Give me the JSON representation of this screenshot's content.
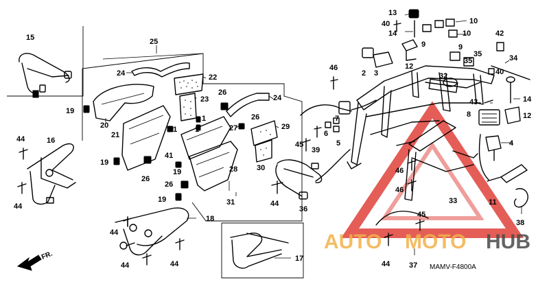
{
  "labels": {
    "l13": "13",
    "l40a": "40",
    "l14a": "14",
    "l10a": "10",
    "l10b": "10",
    "l9a": "9",
    "l9b": "9",
    "l42": "42",
    "l34": "34",
    "l35": "35",
    "l35b": "35",
    "l2": "2",
    "l3": "3",
    "l12a": "12",
    "l32": "32",
    "l46": "46",
    "l40b": "40",
    "l15": "15",
    "l25": "25",
    "l24a": "24",
    "l22": "22",
    "l26a": "26",
    "l23": "23",
    "l1a": "1",
    "l1b": "1",
    "l19a": "19",
    "l20": "20",
    "l21": "21",
    "l41a": "41",
    "l24b": "24",
    "l27": "27",
    "l26b": "26",
    "l29": "29",
    "l7": "7",
    "l6": "6",
    "l5": "5",
    "l39": "39",
    "l45a": "45",
    "l30": "30",
    "l28": "28",
    "l41b": "41",
    "l19b": "19",
    "l19c": "19",
    "l26c": "26",
    "l26d": "26",
    "l31": "31",
    "l19d": "19",
    "l44a": "44",
    "l16": "16",
    "l44b": "44",
    "l44c": "44",
    "l36": "36",
    "l43": "43",
    "l8": "8",
    "l14b": "14",
    "l12b": "12",
    "l4": "4",
    "l46b": "46",
    "l46c": "46",
    "l33": "33",
    "l11": "11",
    "l38": "38",
    "l45b": "45",
    "l18": "18",
    "l44d": "44",
    "l44e": "44",
    "l44f": "44",
    "l17": "17",
    "l44g": "44",
    "l37": "37"
  },
  "diagram_code": "MAMV-F4800A",
  "direction_label": "FR.",
  "watermark": {
    "part1": "AUTO",
    "part2": "MOTO",
    "part3": "HUB"
  },
  "colors": {
    "line": "#000000",
    "watermark_red": "#e0413a",
    "watermark_orange": "#f3b14a",
    "watermark_dark": "#4a4a4a"
  }
}
